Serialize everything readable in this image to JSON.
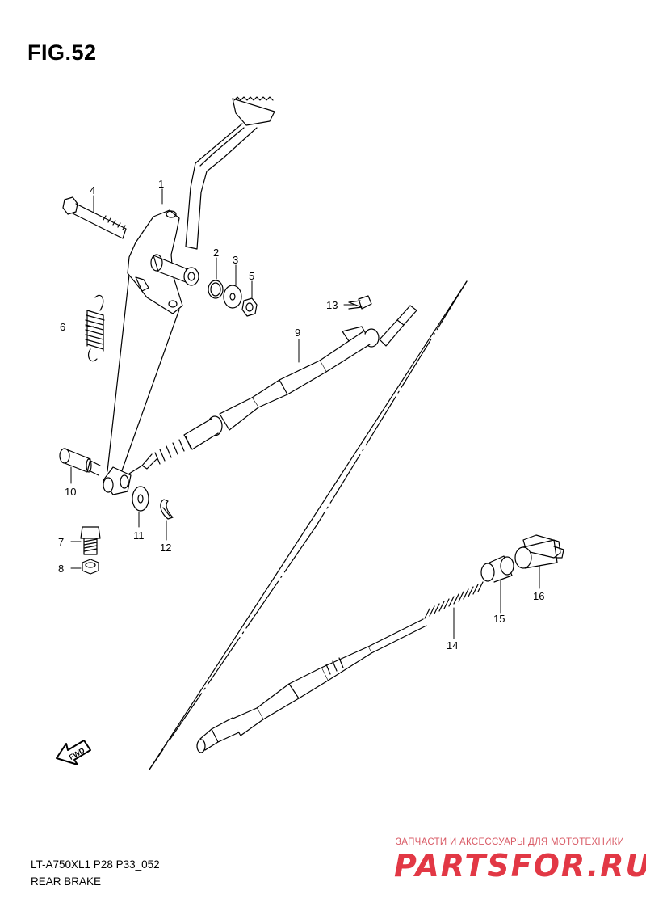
{
  "header": {
    "figure": "FIG.52"
  },
  "footer": {
    "model_code": "LT-A750XL1 P28 P33_052",
    "section_name": "REAR BRAKE"
  },
  "watermark": {
    "tagline": "ЗАПЧАСТИ И АКСЕССУАРЫ ДЛЯ МОТОТЕХНИКИ",
    "logo": "PARTSFOR.RU",
    "color": "#e23845"
  },
  "direction_arrow": {
    "label": "FWD"
  },
  "parts": [
    {
      "id": "1",
      "label": "1"
    },
    {
      "id": "2",
      "label": "2"
    },
    {
      "id": "3",
      "label": "3"
    },
    {
      "id": "4",
      "label": "4"
    },
    {
      "id": "5",
      "label": "5"
    },
    {
      "id": "6",
      "label": "6"
    },
    {
      "id": "7",
      "label": "7"
    },
    {
      "id": "8",
      "label": "8"
    },
    {
      "id": "9",
      "label": "9"
    },
    {
      "id": "10",
      "label": "10"
    },
    {
      "id": "11",
      "label": "11"
    },
    {
      "id": "12",
      "label": "12"
    },
    {
      "id": "13",
      "label": "13"
    },
    {
      "id": "14",
      "label": "14"
    },
    {
      "id": "15",
      "label": "15"
    },
    {
      "id": "16",
      "label": "16"
    }
  ]
}
